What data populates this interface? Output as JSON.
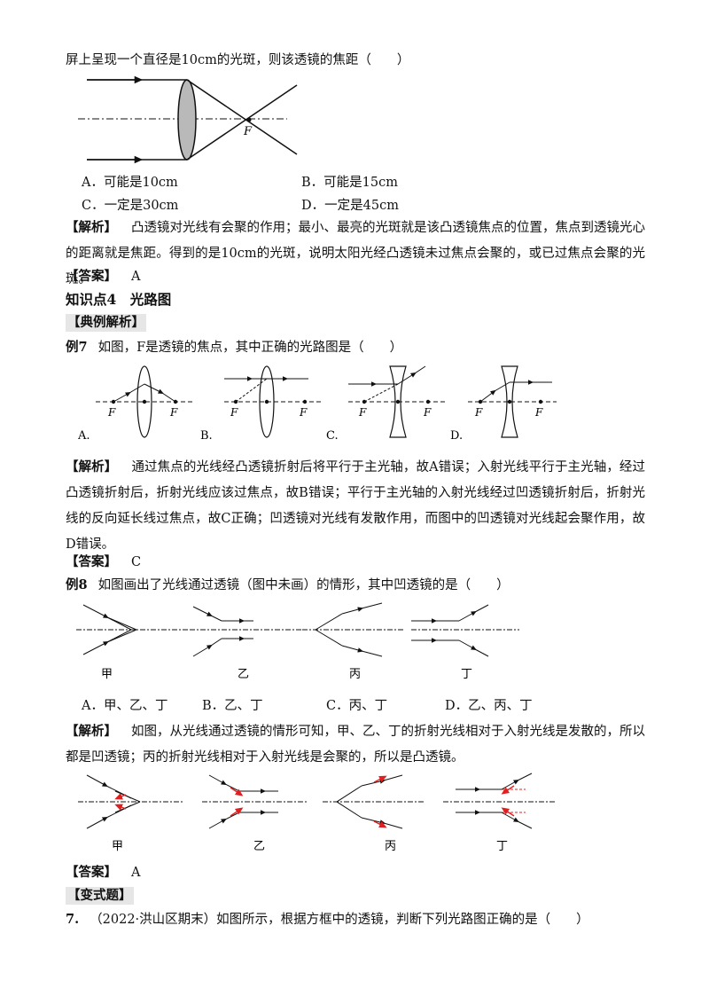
{
  "q_tail": "屏上呈现一个直径是10cm的光斑，则该透镜的焦距（　　）",
  "fig1": {
    "focus_label": "F"
  },
  "q_options": {
    "a": "A．可能是10cm",
    "b": "B．可能是15cm",
    "c": "C．一定是30cm",
    "d": "D．一定是45cm"
  },
  "analysis_tag": "【解析】",
  "answer_tag": "【答案】",
  "q_analysis": "凸透镜对光线有会聚的作用；最小、最亮的光斑就是该凸透镜焦点的位置，焦点到透镜光心的距离就是焦距。得到的是10cm的光斑，说明太阳光经凸透镜未过焦点会聚的，或已过焦点会聚的光斑。",
  "q_answer": "A",
  "section_heading": "知识点4　光路图",
  "example_tag": "【典例解析】",
  "ex7": {
    "label": "例7",
    "text": "如图，F是透镜的焦点，其中正确的光路图是（　　）",
    "focus": "F",
    "options": [
      "A.",
      "B.",
      "C.",
      "D."
    ],
    "analysis": "通过焦点的光线经凸透镜折射后将平行于主光轴，故A错误；入射光线平行于主光轴，经过凸透镜折射后，折射光线应该过焦点，故B错误；平行于主光轴的入射光线经过凹透镜折射后，折射光线的反向延长线过焦点，故C正确；凹透镜对光线有发散作用，而图中的凹透镜对光线起会聚作用，故D错误。",
    "answer": "C"
  },
  "ex8": {
    "label": "例8",
    "text": "如图画出了光线通过透镜（图中未画）的情形，其中凹透镜的是（　　）",
    "figure_labels": [
      "甲",
      "乙",
      "丙",
      "丁"
    ],
    "options": [
      "A．甲、乙、丁",
      "B．乙、丁",
      "C．丙、丁",
      "D．乙、丙、丁"
    ],
    "analysis": "如图，从光线通过透镜的情形可知，甲、乙、丁的折射光线相对于入射光线是发散的，所以都是凹透镜；丙的折射光线相对于入射光线是会聚的，所以是凸透镜。",
    "answer": "A"
  },
  "variant_tag": "【变式题】",
  "q7": {
    "number": "7.",
    "text": "（2022·洪山区期末）如图所示，根据方框中的透镜，判断下列光路图正确的是（　　）"
  },
  "colors": {
    "marker_red": "#e02020",
    "tag_bg": "#e6e6e6"
  }
}
